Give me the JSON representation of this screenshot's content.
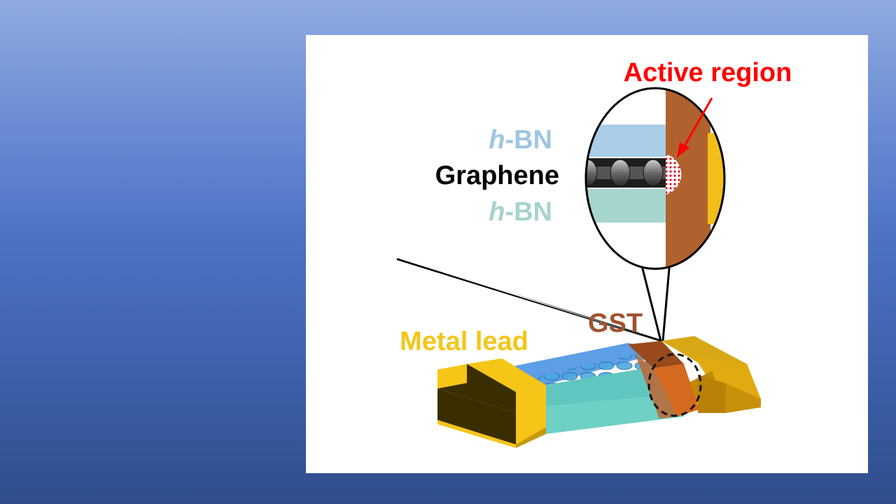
{
  "diagram": {
    "labels": {
      "active_region": "Active region",
      "hbn_top_prefix": "h",
      "hbn_top_suffix": "-BN",
      "graphene": "Graphene",
      "hbn_bottom_prefix": "h",
      "hbn_bottom_suffix": "-BN",
      "gst": "GST",
      "metal_lead": "Metal lead"
    },
    "colors": {
      "active_region": "#ff0000",
      "hbn_top": "#9ec6e0",
      "hbn_bottom": "#a6d3cc",
      "graphene": "#000000",
      "gst": "#a0522d",
      "metal_lead": "#f5c518"
    }
  }
}
